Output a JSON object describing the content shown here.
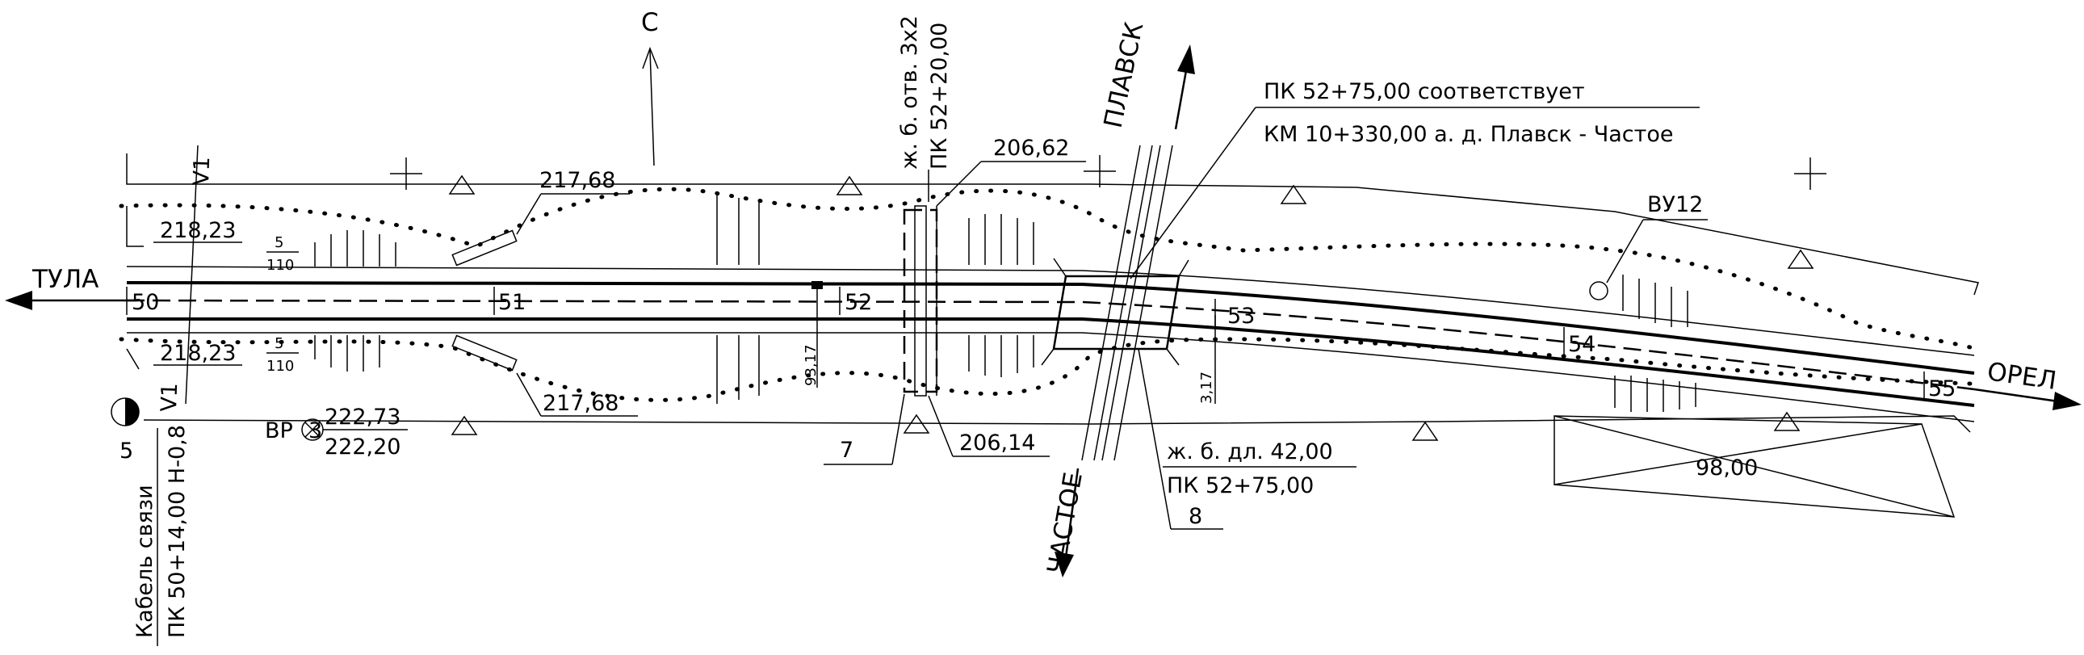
{
  "directions": {
    "north": "С",
    "left": "ТУЛА",
    "right": "ОРЕЛ",
    "up_road": "ПЛАВСК",
    "down_road": "ЧАСТОЕ"
  },
  "pickets": [
    "50",
    "51",
    "52",
    "53",
    "54",
    "55"
  ],
  "elevations": {
    "top_left": "218,23",
    "bottom_left": "218,23",
    "top_mid": "217,68",
    "bottom_mid": "217,68",
    "culvert_top": "206,62",
    "culvert_bottom": "206,14",
    "bench_top": "222,73",
    "bench_bottom": "222,20",
    "right_box": "98,00"
  },
  "slopes": {
    "top_num": "5",
    "top_den": "110",
    "bottom_num": "5",
    "bottom_den": "110"
  },
  "offsets": {
    "left": "93,17",
    "right": "3,17"
  },
  "v1_marks": [
    "V1",
    "V1"
  ],
  "benchmark": {
    "code": "ВР",
    "number": "3"
  },
  "cable": {
    "line1": "Кабель связи",
    "line2": "ПК 50+14,00 Н-0,8"
  },
  "culvert": {
    "line1": "ж. б. отв. 3х2",
    "line2": "ПК 52+20,00"
  },
  "correspondence": {
    "line1": "ПК 52+75,00  соответствует",
    "line2": "КМ 10+330,00  а. д. Плавск - Частое"
  },
  "bridge": {
    "line1": "ж. б. дл. 42,00",
    "line2": "ПК 52+75,00"
  },
  "callouts": {
    "seven": "7",
    "eight": "8",
    "five": "5",
    "vu": "ВУ12"
  }
}
